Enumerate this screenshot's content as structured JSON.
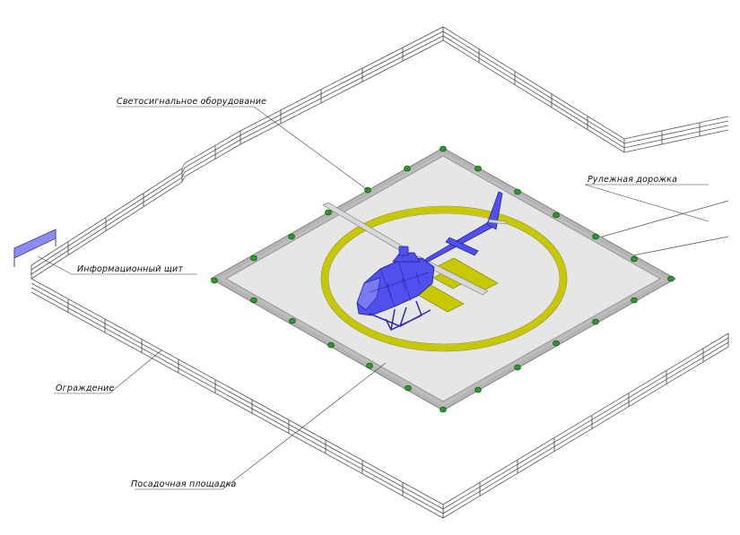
{
  "labels": {
    "lighting": "Светосигнальное оборудование",
    "taxiway": "Рулежная дорожка",
    "info_board": "Информационный щит",
    "fence": "Ограждение",
    "landing_pad": "Посадочная площадка"
  },
  "colors": {
    "pad_fill": "#e6e6e6",
    "pad_edge": "#b4b4b4",
    "marking": "#c8c800",
    "lights": "#2a9a2a",
    "helicopter": "#5050ee",
    "info_board": "#8c8cf0",
    "line": "#444444"
  },
  "icons": {
    "helicopter": "helicopter-icon",
    "light": "green-light-icon"
  }
}
